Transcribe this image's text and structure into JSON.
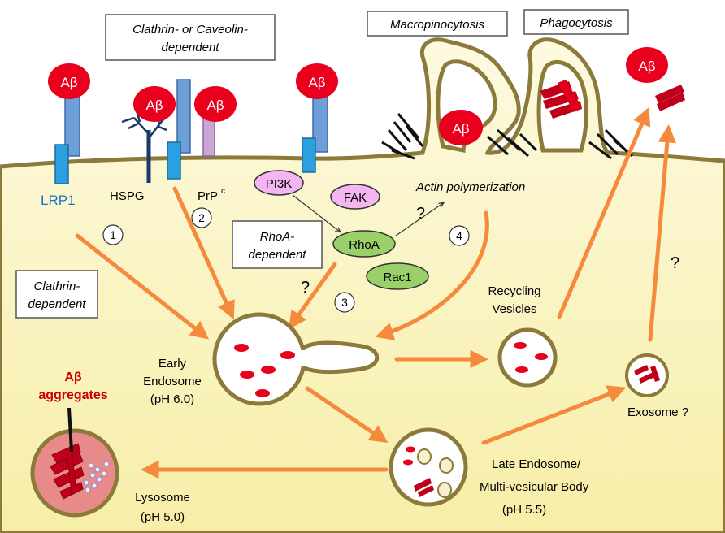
{
  "molecule": "Aβ",
  "receptors": {
    "lrp1": "LRP1",
    "hspg": "HSPG",
    "prp": "PrP",
    "prp_sup": "c"
  },
  "boxes": {
    "clathrin_caveolin_1": "Clathrin- or Caveolin-",
    "clathrin_caveolin_2": "dependent",
    "macropinocytosis": "Macropinocytosis",
    "phagocytosis": "Phagocytosis",
    "rhoa_dep_1": "RhoA-",
    "rhoa_dep_2": "dependent",
    "clathrin_dep_1": "Clathrin-",
    "clathrin_dep_2": "dependent"
  },
  "signaling": {
    "pi3k": "PI3K",
    "fak": "FAK",
    "rhoa": "RhoA",
    "rac1": "Rac1"
  },
  "actin": "Actin polymerization",
  "pathway_numbers": [
    "1",
    "2",
    "3",
    "4"
  ],
  "unknown_mark": "?",
  "compartments": {
    "early_endosome": [
      "Early",
      "Endosome",
      "(pH 6.0)"
    ],
    "recycling": [
      "Recycling",
      "Vesicles"
    ],
    "exosome": "Exosome ?",
    "late_endosome": [
      "Late Endosome/",
      "Multi-vesicular Body",
      "(pH 5.5)"
    ],
    "lysosome": [
      "Lysosome",
      "(pH 5.0)"
    ],
    "aggregates": [
      "Aβ",
      "aggregates"
    ]
  },
  "colors": {
    "abeta": "#e8001c",
    "arrow": "#f58a3c",
    "cell": "#fbf6cc",
    "membrane": "#8b7a3a",
    "receptor_blue": "#6f9fd8",
    "lrp1_text": "#1a6fc9",
    "pink_node": "#f3b6f0",
    "green_node": "#9ad06a"
  }
}
